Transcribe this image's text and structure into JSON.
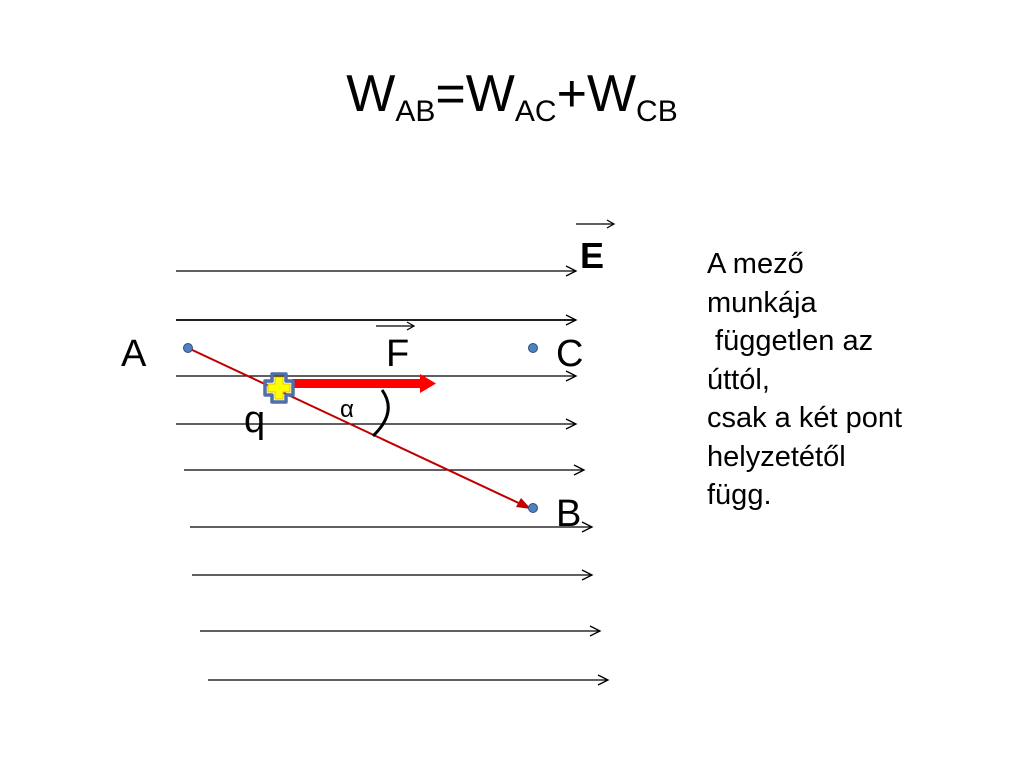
{
  "title": {
    "w1": "W",
    "s1": "AB",
    "eq": "=",
    "w2": "W",
    "s2": "AC",
    "plus": "+",
    "w3": "W",
    "s3": "CB"
  },
  "labels": {
    "field": "E",
    "point_a": "A",
    "point_b": "B",
    "point_c": "C",
    "force": "F",
    "charge": "q",
    "angle": "α",
    "charge_sign": "+"
  },
  "colors": {
    "path": "#c00000",
    "force_arrow": "#ff0000",
    "point": "#4f81bd",
    "charge_fill": "#ffff00",
    "charge_outline": "#4f6fa8"
  },
  "description": [
    "A mező",
    "munkája",
    " független az",
    "úttól,",
    "csak a két pont",
    "helyzetétől",
    "függ."
  ]
}
